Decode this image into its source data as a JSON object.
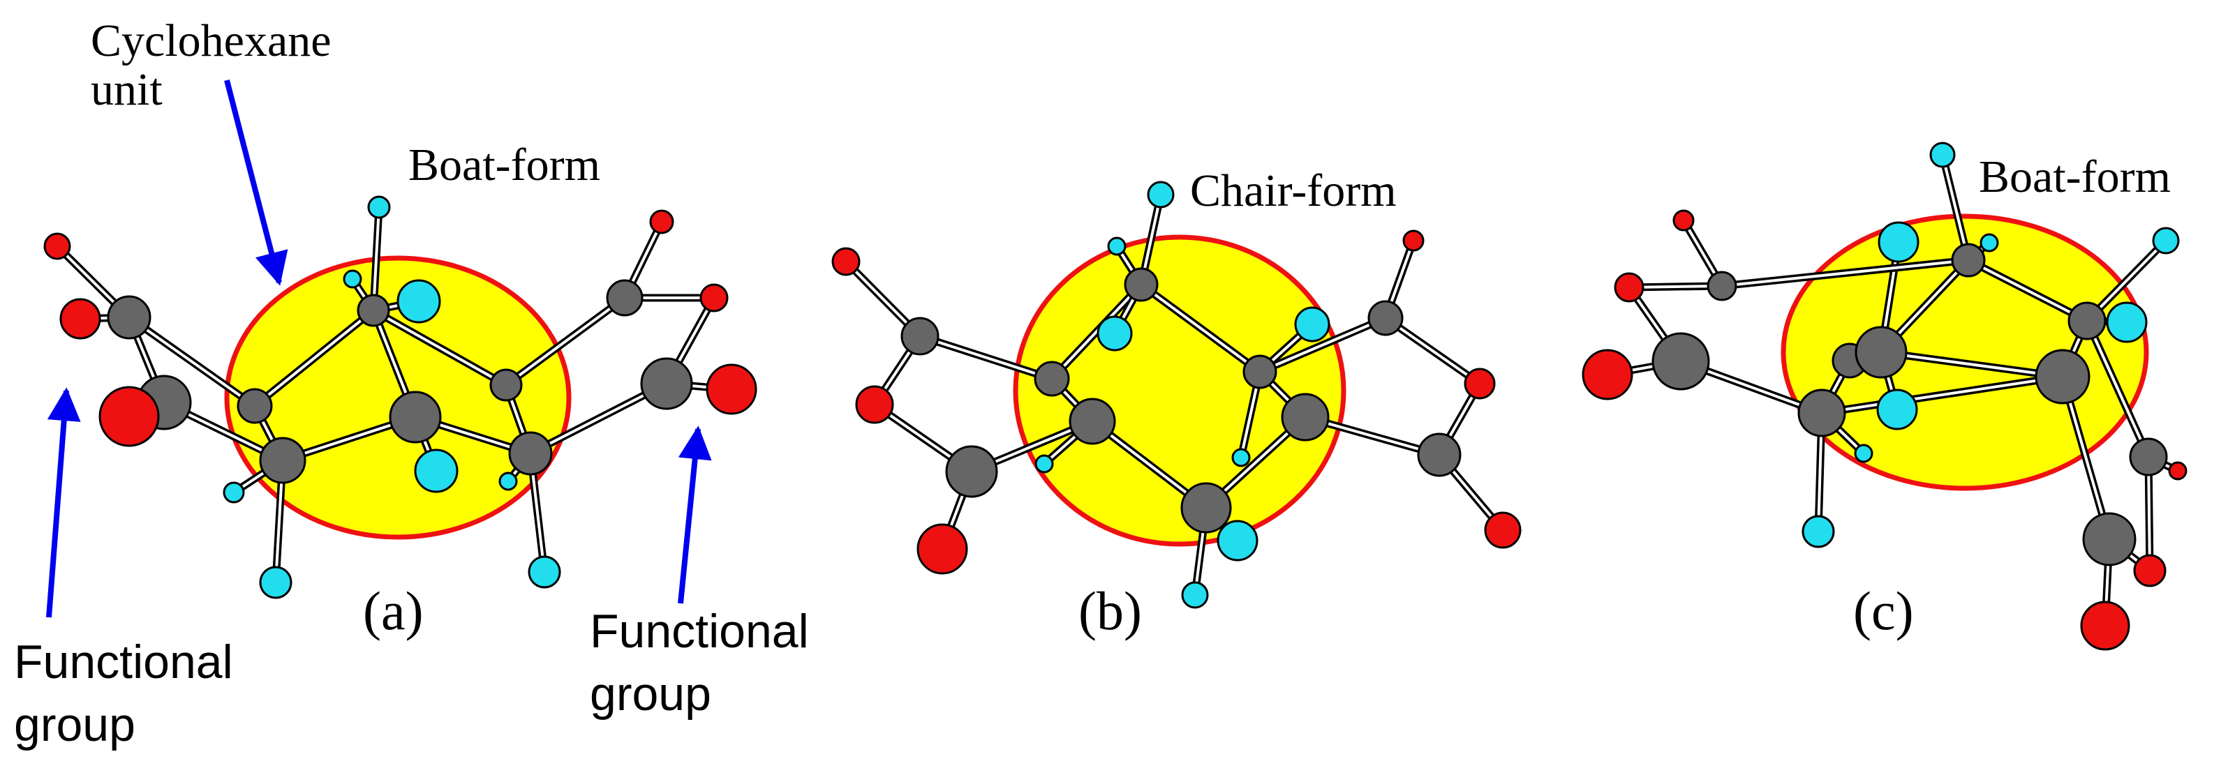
{
  "labels": {
    "cyclohexane_line1": "Cyclohexane",
    "cyclohexane_line2": "unit",
    "boat_a": "Boat-form",
    "chair_b": "Chair-form",
    "boat_c": "Boat-form",
    "functional_left_line1": "Functional",
    "functional_left_line2": "group",
    "functional_right_line1": "Functional",
    "functional_right_line2": "group",
    "panel_a": "(a)",
    "panel_b": "(b)",
    "panel_c": "(c)"
  },
  "colors": {
    "ring_fill": "#ffff00",
    "ring_stroke": "#ee1111",
    "carbon": "#666666",
    "oxygen": "#ee1111",
    "hydrogen": "#22ddee",
    "arrow": "#0000ee",
    "atom_outline": "#000000"
  }
}
